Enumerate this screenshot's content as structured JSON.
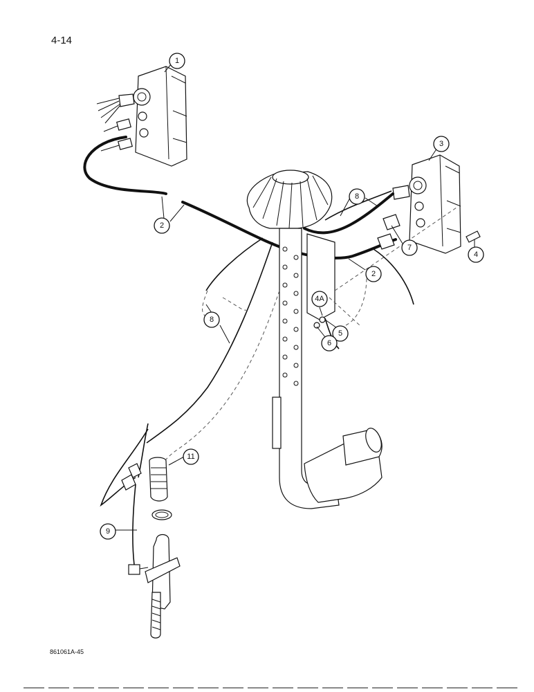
{
  "page_number": "4-14",
  "figure_code": "861061A-45",
  "callouts": [
    {
      "id": "c1",
      "label": "1"
    },
    {
      "id": "c2a",
      "label": "2"
    },
    {
      "id": "c2b",
      "label": "2"
    },
    {
      "id": "c3",
      "label": "3"
    },
    {
      "id": "c4",
      "label": "4"
    },
    {
      "id": "c4a",
      "label": "4A"
    },
    {
      "id": "c5",
      "label": "5"
    },
    {
      "id": "c6",
      "label": "6"
    },
    {
      "id": "c7",
      "label": "7"
    },
    {
      "id": "c8a",
      "label": "8"
    },
    {
      "id": "c8b",
      "label": "8"
    },
    {
      "id": "c9",
      "label": "9"
    },
    {
      "id": "c11",
      "label": "11"
    }
  ]
}
